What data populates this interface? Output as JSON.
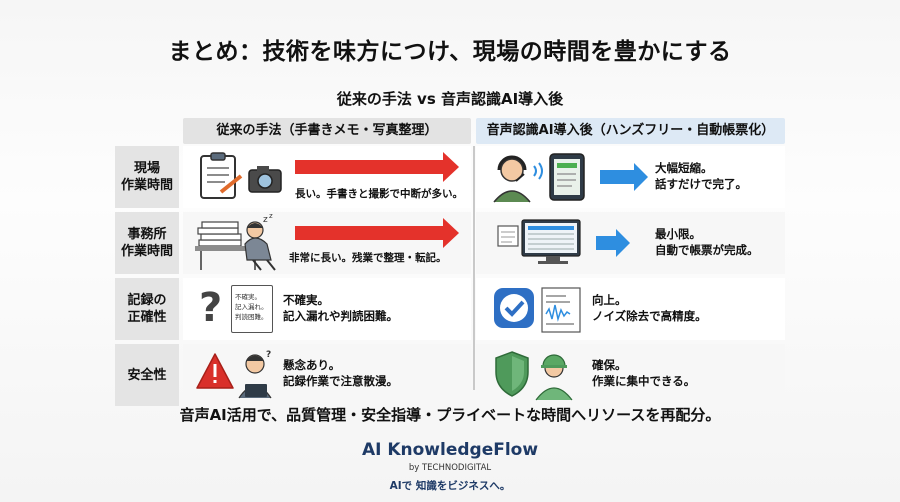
{
  "title": "まとめ：技術を味方につけ、現場の時間を豊かにする",
  "subtitle": "従来の手法 vs 音声認識AI導入後",
  "columns": {
    "left": "従来の手法（手書きメモ・写真整理）",
    "right": "音声認識AI導入後（ハンズフリー・自動帳票化）"
  },
  "rows": [
    {
      "label": "現場\n作業時間",
      "left": "長い。手書きと撮影で中断が多い。",
      "right": "大幅短縮。\n話すだけで完了。"
    },
    {
      "label": "事務所\n作業時間",
      "left": "非常に長い。残業で整理・転記。",
      "right": "最小限。\n自動で帳票が完成。"
    },
    {
      "label": "記録の\n正確性",
      "left": "不確実。\n記入漏れや判読困難。",
      "right": "向上。\nノイズ除去で高精度。"
    },
    {
      "label": "安全性",
      "left": "懸念あり。\n記録作業で注意散漫。",
      "right": "確保。\n作業に集中できる。"
    }
  ],
  "doc_snippet": {
    "line1": "不確実。",
    "line2": "記入漏れ。",
    "line3": "判読困難。"
  },
  "icons": {
    "r1_left": "clipboard-pen-camera-icon",
    "r1_right": "headset-worker-tablet-icon",
    "r2_left": "overworked-office-worker-icon",
    "r2_right": "auto-form-monitor-icon",
    "r3_left": "question-mark-document-icon",
    "r3_right": "checkmark-waveform-document-icon",
    "r4_left": "warning-distracted-worker-icon",
    "r4_right": "shield-helmet-worker-icon"
  },
  "colors": {
    "red_arrow": "#e4322b",
    "blue_arrow": "#2e8ee0",
    "brand": "#1e3a66"
  },
  "bottom_line": "音声AI活用で、品質管理・安全指導・プライベートな時間へリソースを再配分。",
  "brand": {
    "name": "AI KnowledgeFlow",
    "by": "by TECHNODIGITAL",
    "tagline": "AIで 知識をビジネスへ。"
  }
}
